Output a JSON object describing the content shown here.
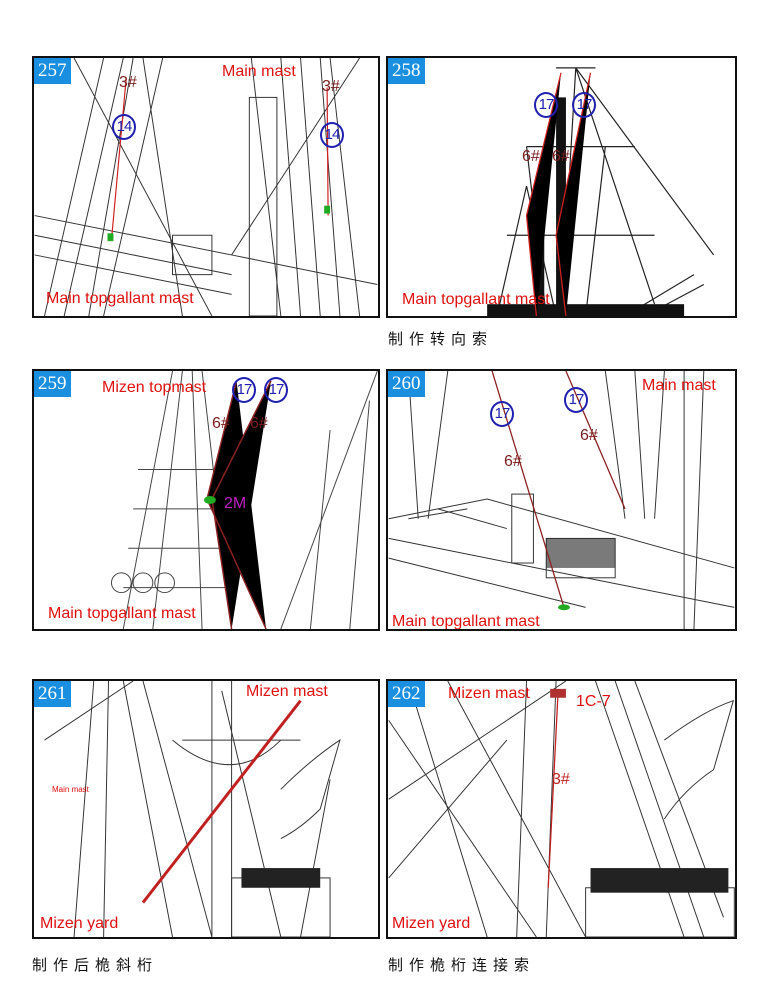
{
  "panels": [
    {
      "number": "257",
      "labels": [
        "Main mast",
        "Main topgallant mast"
      ],
      "codes": [
        "3#",
        "3#"
      ],
      "circles": [
        "14",
        "14"
      ]
    },
    {
      "number": "258",
      "labels": [
        "Main topgallant mast"
      ],
      "codes": [
        "6#",
        "6#"
      ],
      "circles": [
        "17",
        "17"
      ]
    },
    {
      "number": "259",
      "labels": [
        "Mizen topmast",
        "Main topgallant mast"
      ],
      "codes": [
        "6#",
        "6#"
      ],
      "circles": [
        "17",
        "17"
      ],
      "marker": "2M"
    },
    {
      "number": "260",
      "labels": [
        "Main mast",
        "Main topgallant mast"
      ],
      "codes": [
        "6#",
        "6#"
      ],
      "circles": [
        "17",
        "17"
      ]
    },
    {
      "number": "261",
      "labels": [
        "Mizen mast",
        "Main mast",
        "Mizen yard"
      ]
    },
    {
      "number": "262",
      "labels": [
        "Mizen mast",
        "Mizen yard"
      ],
      "codes": [
        "3#"
      ],
      "part": "1C-7"
    }
  ],
  "captions": {
    "row1": "制作转向索",
    "row3_left": "制作后桅斜桁",
    "row3_right": "制作桅桁连接索"
  },
  "colors": {
    "label": "#e01010",
    "circle": "#2020b0",
    "number_bg": "#1a8fe0"
  }
}
